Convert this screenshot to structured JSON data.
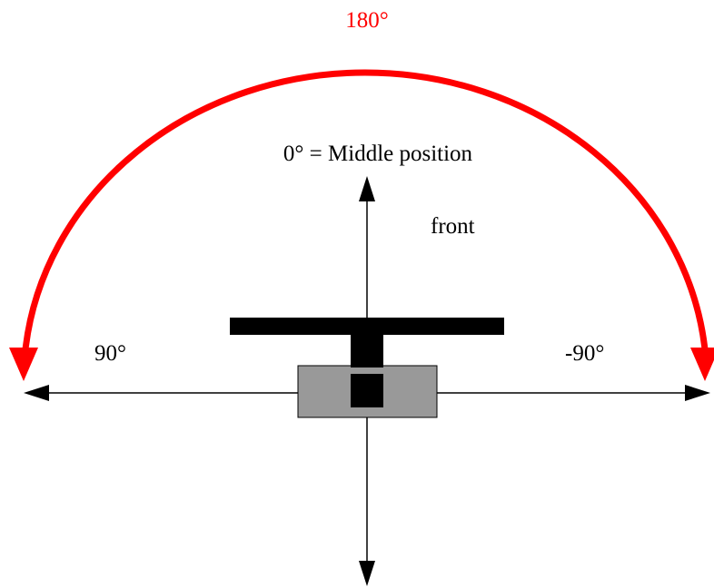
{
  "labels": {
    "range": "180°",
    "middle": "0° = Middle position",
    "front": "front",
    "left_angle": "90°",
    "right_angle": "-90°"
  },
  "colors": {
    "range_arc": "#ff0000",
    "lines": "#000000",
    "servo_body": "#999999",
    "servo_horn": "#000000",
    "background": "#ffffff"
  },
  "sweep_range_degrees": 180,
  "angles_shown": [
    90,
    0,
    -90
  ]
}
